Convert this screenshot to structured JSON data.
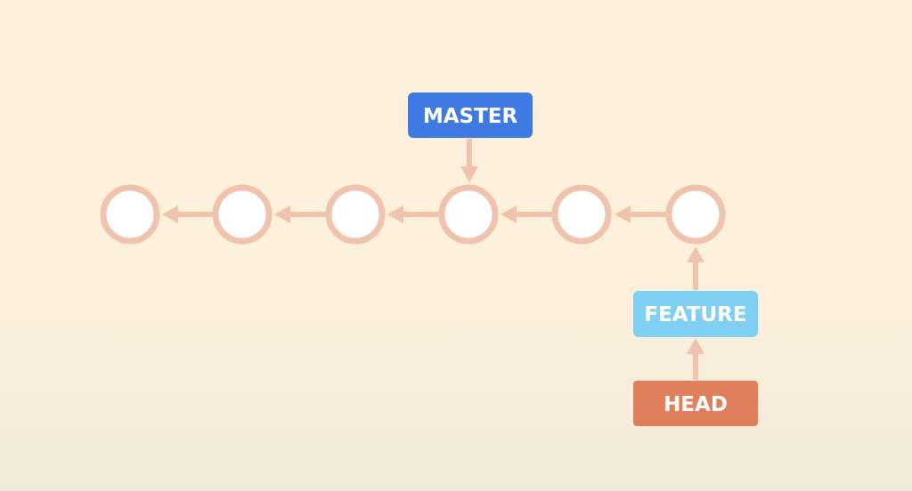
{
  "diagram": {
    "commits": 6,
    "labels": {
      "master": {
        "text": "MASTER",
        "color": "#3f7ae3"
      },
      "feature": {
        "text": "FEATURE",
        "color": "#7fd0f2"
      },
      "head": {
        "text": "HEAD",
        "color": "#e07f5c"
      }
    },
    "edge_color": "#f0c3ae",
    "commit_fill": "#ffffff",
    "background": "#fdf0dc"
  }
}
